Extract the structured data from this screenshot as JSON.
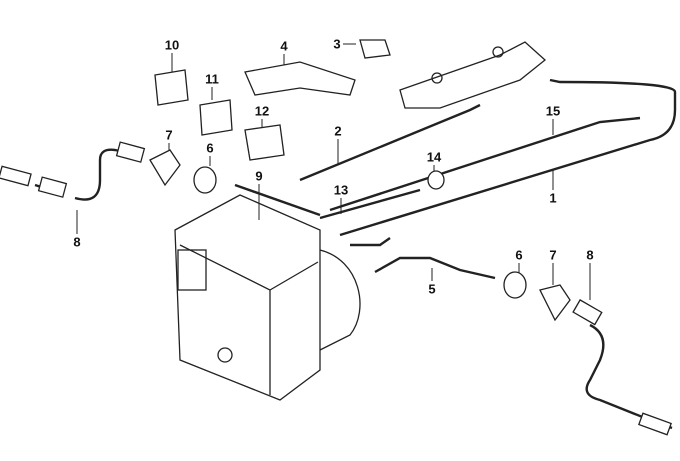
{
  "diagram": {
    "callouts": [
      {
        "id": "part-10",
        "text": "10"
      },
      {
        "id": "part-4",
        "text": "4"
      },
      {
        "id": "part-3",
        "text": "3"
      },
      {
        "id": "part-11",
        "text": "11"
      },
      {
        "id": "part-12",
        "text": "12"
      },
      {
        "id": "part-2",
        "text": "2"
      },
      {
        "id": "part-15",
        "text": "15"
      },
      {
        "id": "part-7-top",
        "text": "7"
      },
      {
        "id": "part-6-top",
        "text": "6"
      },
      {
        "id": "part-14",
        "text": "14"
      },
      {
        "id": "part-9",
        "text": "9"
      },
      {
        "id": "part-13",
        "text": "13"
      },
      {
        "id": "part-1",
        "text": "1"
      },
      {
        "id": "part-8-left",
        "text": "8"
      },
      {
        "id": "part-6-bottom",
        "text": "6"
      },
      {
        "id": "part-7-bottom",
        "text": "7"
      },
      {
        "id": "part-8-right",
        "text": "8"
      },
      {
        "id": "part-5",
        "text": "5"
      }
    ]
  }
}
